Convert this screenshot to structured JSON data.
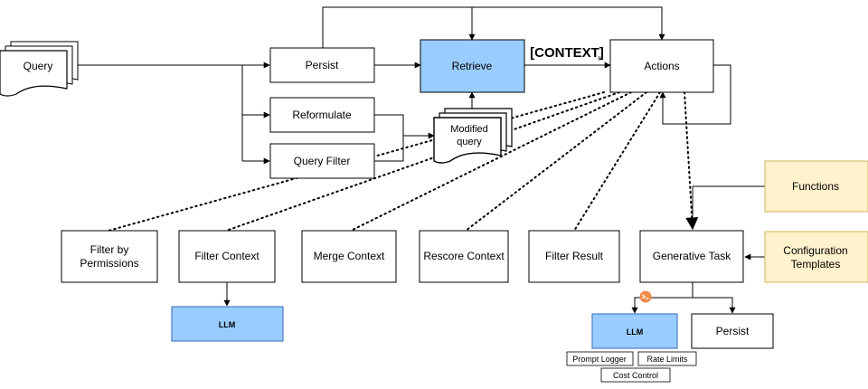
{
  "colors": {
    "blue_fill": "#99CCFF",
    "blue_stroke": "#4D7CC7",
    "yellow_fill": "#FFF2CC",
    "yellow_stroke": "#D6B656",
    "line": "#000000",
    "orange_badge": "#F08A4B"
  },
  "nodes": {
    "query": "Query",
    "persist_top": "Persist",
    "retrieve": "Retrieve",
    "context_logo": "[CONTEXT]",
    "actions": "Actions",
    "reformulate": "Reformulate",
    "modified_query_line1": "Modified",
    "modified_query_line2": "query",
    "query_filter": "Query Filter",
    "functions": "Functions",
    "config_line1": "Configuration",
    "config_line2": "Templates",
    "filter_perm_line1": "Filter by",
    "filter_perm_line2": "Permissions",
    "filter_context": "Filter Context",
    "merge_context": "Merge Context",
    "rescore_context": "Rescore Context",
    "filter_result": "Filter Result",
    "generative_task": "Generative Task",
    "llm_left": "LLM",
    "llm_right": "LLM",
    "persist_bottom": "Persist",
    "prompt_logger": "Prompt Logger",
    "rate_limits": "Rate Limits",
    "cost_control": "Cost Control"
  },
  "icons": {
    "badge": "orange-circle-badge-icon"
  }
}
